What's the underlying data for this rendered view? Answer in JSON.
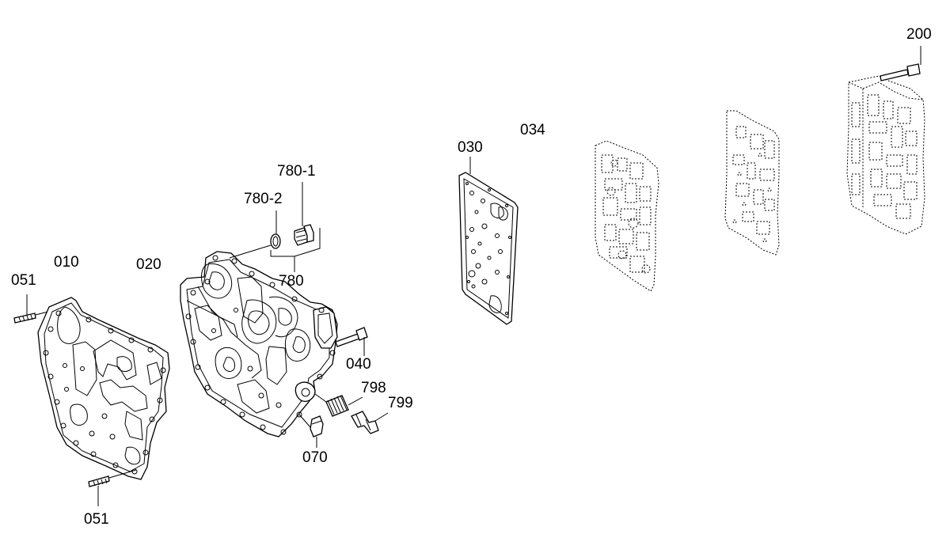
{
  "diagram": {
    "labels": {
      "p051a": "051",
      "p010": "010",
      "p020": "020",
      "p780_2": "780-2",
      "p780_1": "780-1",
      "p780": "780",
      "p040": "040",
      "p798": "798",
      "p799": "799",
      "p070": "070",
      "p051b": "051",
      "p030": "030",
      "p034": "034",
      "p200": "200"
    }
  }
}
